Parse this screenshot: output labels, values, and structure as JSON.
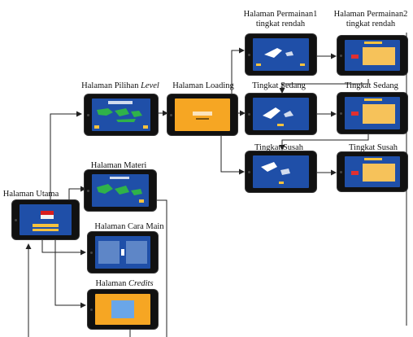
{
  "labels": {
    "halaman_utama": "Halaman Utama",
    "halaman_pilihan_level_prefix": "Halaman Pilihan ",
    "halaman_pilihan_level_em": "Level",
    "halaman_loading": "Halaman Loading",
    "halaman_permainan1": "Halaman Permainan1 tingkat rendah",
    "halaman_permainan2": "Halaman Permainan2 tingkat rendah",
    "tingkat_sedang_1": "Tingkat Sedang",
    "tingkat_sedang_2": "Tingkat Sedang",
    "tingkat_susah_1": "Tingkat Susah",
    "tingkat_susah_2": "Tingkat Susah",
    "halaman_materi": "Halaman Materi",
    "halaman_cara_main": "Halaman Cara Main",
    "halaman_credits_prefix": "Halaman ",
    "halaman_credits_em": "Credits"
  },
  "colors": {
    "screen_blue": "#1f4fa8",
    "screen_orange": "#f6a623",
    "map_green": "#2fb24a",
    "arrow": "#222222"
  }
}
